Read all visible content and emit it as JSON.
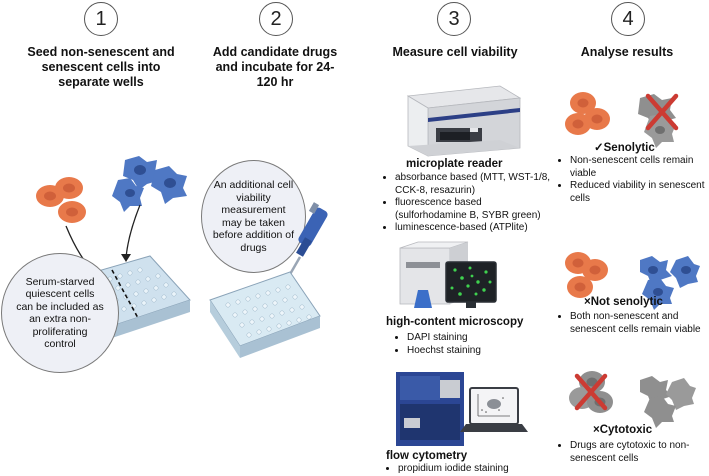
{
  "steps": [
    {
      "number": "1",
      "heading": "Seed non-senescent and senescent cells into separate wells"
    },
    {
      "number": "2",
      "heading": "Add candidate drugs and incubate for 24-120 hr"
    },
    {
      "number": "3",
      "heading": "Measure cell viability"
    },
    {
      "number": "4",
      "heading": "Analyse results"
    }
  ],
  "step1": {
    "bubble": "Serum-starved quiescent cells can be included as an extra non-proliferating control"
  },
  "step2": {
    "bubble": "An additional cell viability measurement may be taken before addition of drugs"
  },
  "step3": {
    "microplate": {
      "title": "microplate reader",
      "items": [
        "absorbance based (MTT, WST-1/8, CCK-8, resazurin)",
        "fluorescence based (sulforhodamine B, SYBR green)",
        "luminescence-based (ATPlite)"
      ]
    },
    "microscopy": {
      "title": "high-content microscopy",
      "items": [
        "DAPI staining",
        "Hoechst staining"
      ]
    },
    "flow": {
      "title": "flow cytometry",
      "items": [
        "propidium iodide staining"
      ]
    }
  },
  "step4": {
    "senolytic": {
      "label": "✓Senolytic",
      "items": [
        "Non-senescent cells remain viable",
        "Reduced viability in senescent cells"
      ]
    },
    "not_senolytic": {
      "label": "×Not senolytic",
      "items": [
        "Both non-senescent and senescent cells remain viable"
      ]
    },
    "cytotoxic": {
      "label": "×Cytotoxic",
      "items": [
        "Drugs are cytotoxic to non-senescent cells"
      ]
    }
  },
  "colors": {
    "non_senescent": "#e8794a",
    "senescent": "#4f78c4",
    "dead": "#8f8f8f",
    "cross": "#cc3b33",
    "plate": "#d9eaf3",
    "bubble": "#eef0f6"
  }
}
